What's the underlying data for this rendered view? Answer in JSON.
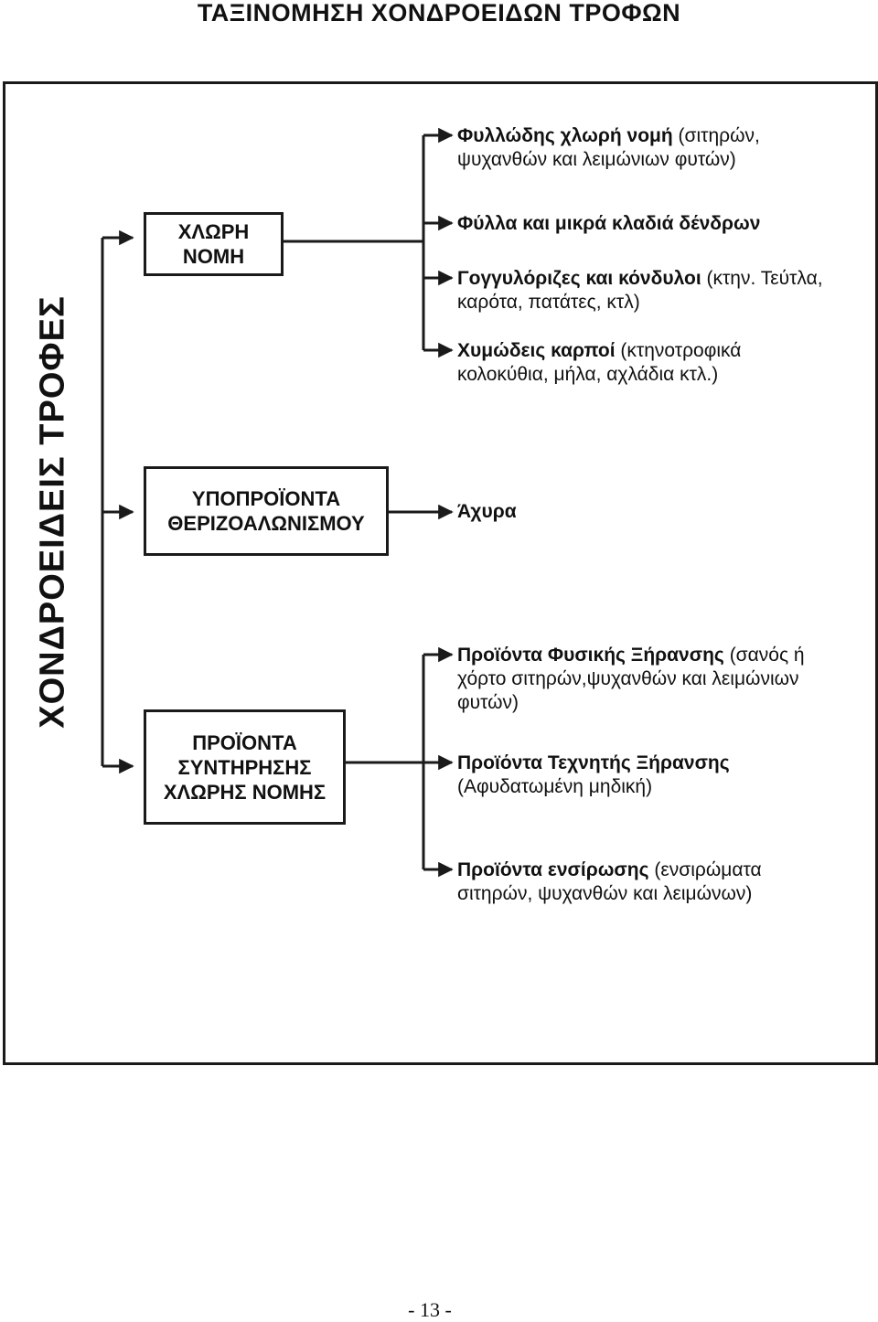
{
  "title": "ΤΑΞΙΝΟΜΗΣΗ ΧΟΝΔΡΟΕΙΔΩΝ ΤΡΟΦΩΝ",
  "root": "ΧΟΝΔΡΟΕΙΔΕΙΣ ΤΡΟΦΕΣ",
  "categories": [
    {
      "lines": [
        "ΧΛΩΡΗ",
        "ΝΟΜΗ"
      ],
      "items": [
        {
          "bold": "Φυλλώδης χλωρή νομή",
          "rest1": " (σιτηρών,",
          "rest2": "ψυχανθών και λειμώνιων φυτών)"
        },
        {
          "bold": "Φύλλα και μικρά κλαδιά δένδρων",
          "rest1": "",
          "rest2": ""
        },
        {
          "bold": "Γογγυλόριζες και κόνδυλοι",
          "rest1": " (κτην. Τεύτλα,",
          "rest2": "καρότα, πατάτες, κτλ)"
        },
        {
          "bold": "Χυμώδεις καρποί",
          "rest1": " (κτηνοτροφικά",
          "rest2": "κολοκύθια, μήλα, αχλάδια κτλ.)"
        }
      ]
    },
    {
      "lines": [
        "ΥΠΟΠΡΟΪΟΝΤΑ",
        "ΘΕΡΙΖΟΑΛΩΝΙΣΜΟΥ"
      ],
      "items": [
        {
          "bold": "Άχυρα",
          "rest1": "",
          "rest2": ""
        }
      ]
    },
    {
      "lines": [
        "ΠΡΟΪΟΝΤΑ",
        "ΣΥΝΤΗΡΗΣΗΣ",
        "ΧΛΩΡΗΣ ΝΟΜΗΣ"
      ],
      "items": [
        {
          "bold": "Προϊόντα Φυσικής Ξήρανσης",
          "rest1": " (σανός ή",
          "rest2": "χόρτο σιτηρών,ψυχανθών και λειμώνιων",
          "rest3": "φυτών)"
        },
        {
          "bold": "Προϊόντα Τεχνητής Ξήρανσης",
          "rest1": "",
          "rest2": "(Αφυδατωμένη μηδική)"
        },
        {
          "bold": "Προϊόντα ενσίρωσης",
          "rest1": " (ενσιρώματα",
          "rest2": "σιτηρών, ψυχανθών και λειμώνων)"
        }
      ]
    }
  ],
  "page_number": "- 13 -"
}
